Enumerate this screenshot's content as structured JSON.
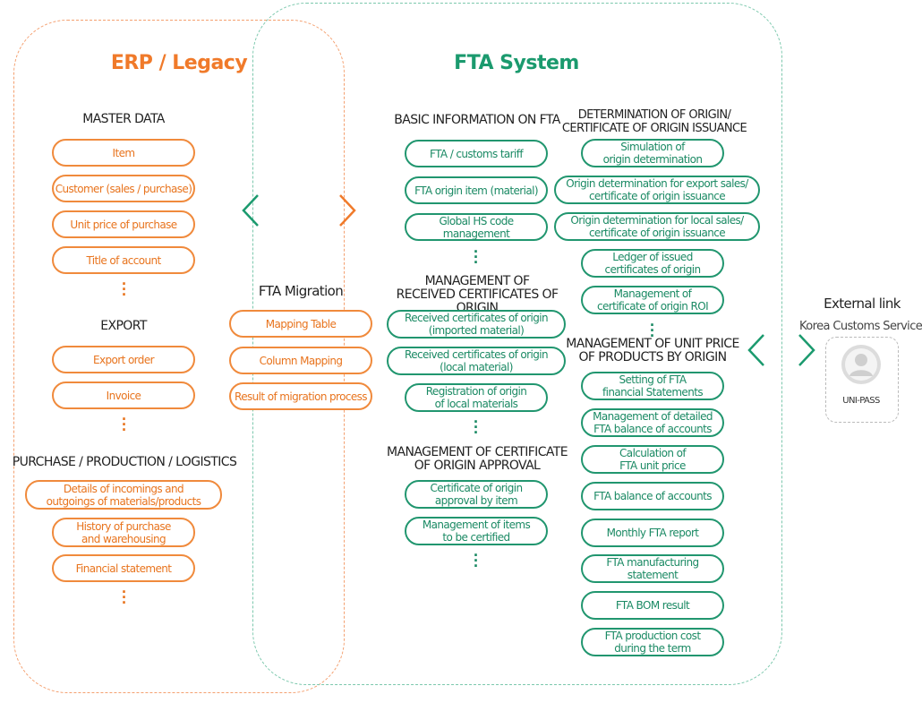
{
  "erp": {
    "title": "ERP / Legacy",
    "master": {
      "title": "MASTER DATA",
      "items": [
        "Item",
        "Customer (sales / purchase)",
        "Unit price of purchase",
        "Title of account"
      ]
    },
    "export": {
      "title": "EXPORT",
      "items": [
        "Export order",
        "Invoice"
      ]
    },
    "purchase": {
      "title": "PURCHASE / PRODUCTION / LOGISTICS",
      "items": [
        "Details of incomings and\noutgoings of materials/products",
        "History of purchase\nand warehousing",
        "Financial statement"
      ]
    }
  },
  "migration": {
    "title": "FTA Migration",
    "items": [
      "Mapping Table",
      "Column Mapping",
      "Result of migration process"
    ]
  },
  "fta": {
    "title": "FTA System",
    "basic": {
      "title": "BASIC INFORMATION ON FTA",
      "items": [
        "FTA / customs tariff",
        "FTA origin item (material)",
        "Global HS code management"
      ]
    },
    "received": {
      "title": "MANAGEMENT OF\nRECEIVED CERTIFICATES OF ORIGIN",
      "items": [
        "Received certificates of origin\n(imported material)",
        "Received certificates of origin\n(local material)",
        "Registration of origin\nof local materials"
      ]
    },
    "approval": {
      "title": "MANAGEMENT OF CERTIFICATE\nOF ORIGIN APPROVAL",
      "items": [
        "Certificate of origin\napproval by item",
        "Management of items\nto be certified"
      ]
    },
    "determination": {
      "title": "DETERMINATION OF ORIGIN/\nCERTIFICATE OF ORIGIN ISSUANCE",
      "items": [
        "Simulation of\norigin determination",
        "Origin determination for export sales/\ncertificate of origin issuance",
        "Origin determination for local sales/\ncertificate of origin issuance",
        "Ledger of issued\ncertificates of origin",
        "Management of\ncertificate of origin ROI"
      ]
    },
    "unitprice": {
      "title": "MANAGEMENT OF UNIT PRICE\nOF PRODUCTS BY ORIGIN",
      "items": [
        "Setting of FTA\nfinancial Statements",
        "Management of detailed\nFTA balance of accounts",
        "Calculation of\nFTA unit price",
        "FTA balance of accounts",
        "Monthly FTA report",
        "FTA manufacturing\nstatement",
        "FTA BOM result",
        "FTA production cost\nduring the term"
      ]
    }
  },
  "external": {
    "title": "External link",
    "subtitle": "Korea Customs Service",
    "logo_label": "UNI-PASS"
  },
  "colors": {
    "erp": "#f08a3c",
    "fta": "#21966f"
  }
}
